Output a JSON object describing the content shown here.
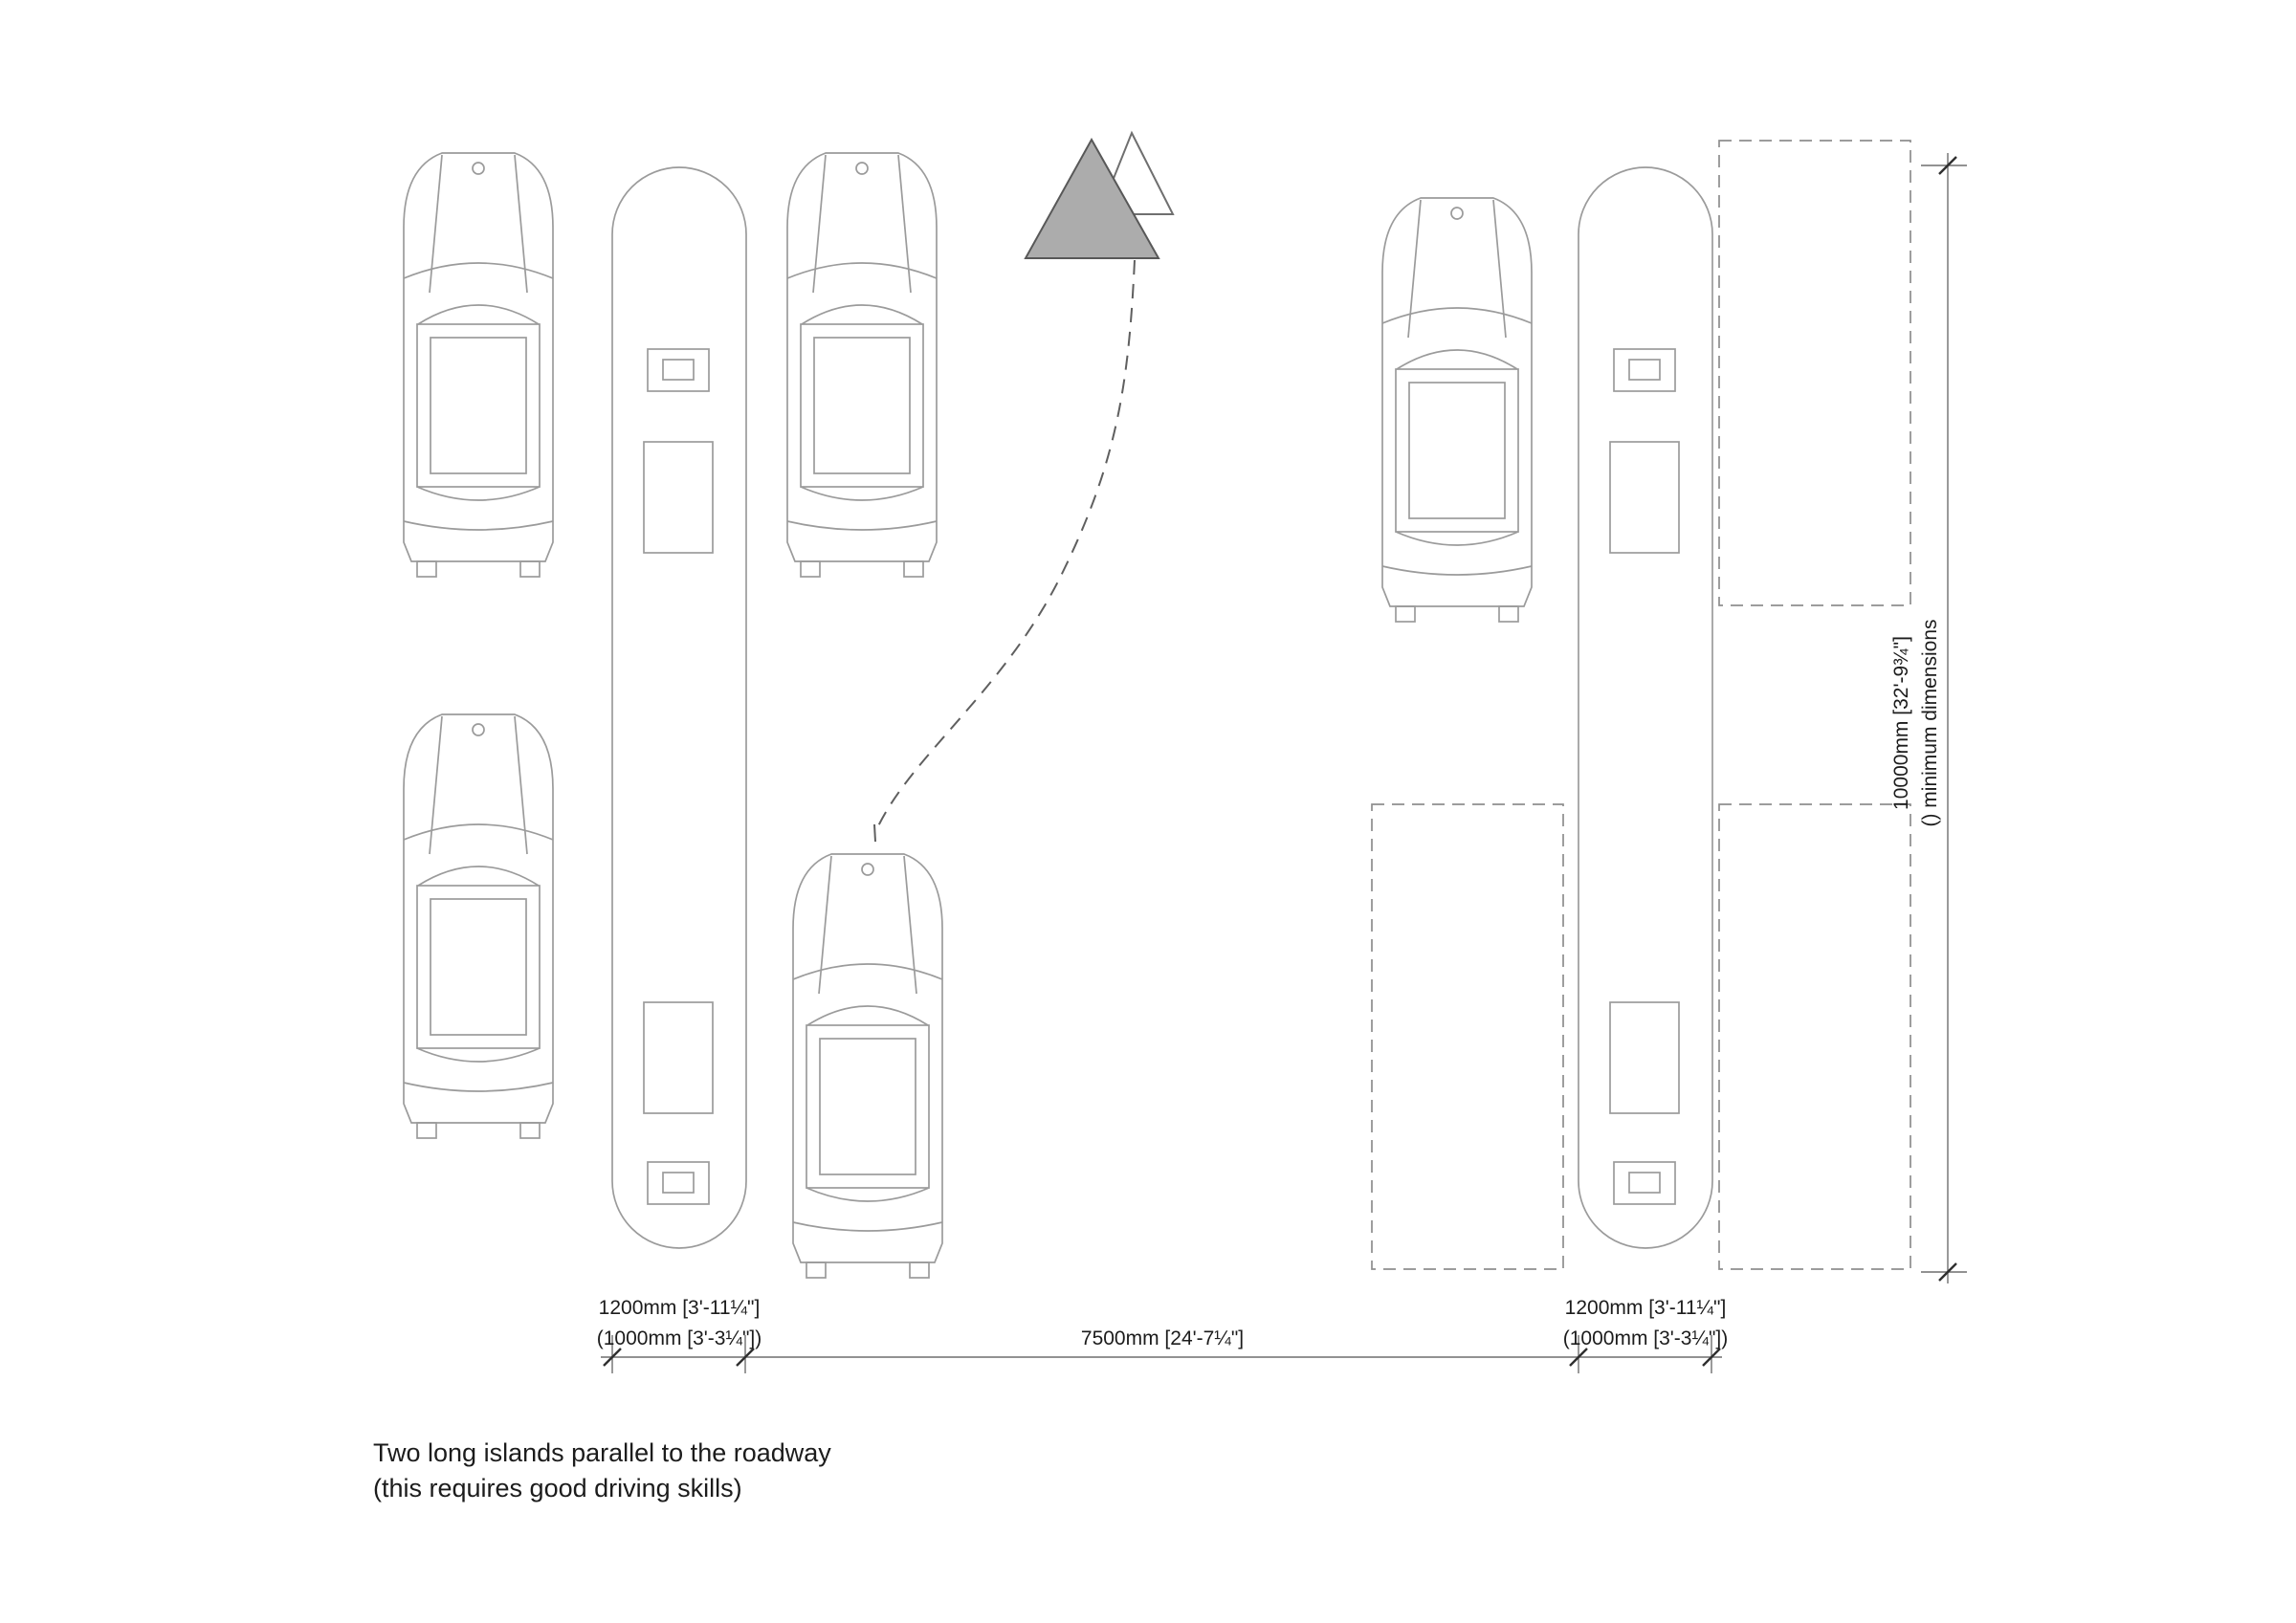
{
  "diagram": {
    "caption": {
      "line1": "Two long islands parallel to the roadway",
      "line2": "(this requires good driving skills)"
    },
    "dim_left_island": {
      "primary": "1200mm [3'-11¼\"]",
      "secondary": "(1000mm [3'-3¼\"])"
    },
    "dim_roadway": {
      "primary": "7500mm [24'-7¼\"]"
    },
    "dim_right_island": {
      "primary": "1200mm [3'-11¼\"]",
      "secondary": "(1000mm [3'-3¼\"])"
    },
    "dim_island_length": {
      "primary": "10000mm [32'-9¾\"]",
      "secondary": "() minimum dimensions"
    },
    "colors": {
      "line": "#9b9b9b",
      "dimension_line": "#6f6f6f",
      "text": "#1c1c1c",
      "triangle_fill": "#acacac"
    }
  }
}
